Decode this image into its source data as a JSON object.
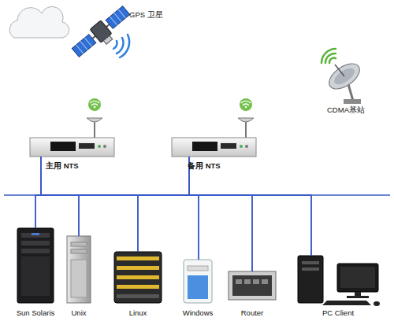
{
  "diagram": {
    "nodes": [
      {
        "text": [
          "GPS 卫星"
        ]
      },
      {
        "text": [
          "CDMA基站"
        ]
      },
      {
        "text": [
          "主用 NTS"
        ]
      },
      {
        "text": [
          "备用 NTS"
        ]
      },
      {
        "text": [
          "Sun Solaris"
        ]
      },
      {
        "text": [
          "Unix"
        ]
      },
      {
        "text": [
          "Linux"
        ]
      },
      {
        "text": [
          "Windows"
        ]
      },
      {
        "text": [
          "Router"
        ]
      },
      {
        "text": [
          "PC Client"
        ]
      }
    ],
    "edges": [
      {
        "from": 2,
        "to": 4,
        "arrow": "none"
      },
      {
        "from": 2,
        "to": 5,
        "arrow": "none"
      },
      {
        "from": 2,
        "to": 6,
        "arrow": "none"
      },
      {
        "from": 2,
        "to": 7,
        "arrow": "none"
      },
      {
        "from": 2,
        "to": 8,
        "arrow": "none"
      },
      {
        "from": 2,
        "to": 9,
        "arrow": "none"
      },
      {
        "from": 3,
        "to": 4,
        "arrow": "none"
      },
      {
        "from": 3,
        "to": 5,
        "arrow": "none"
      },
      {
        "from": 3,
        "to": 6,
        "arrow": "none"
      },
      {
        "from": 3,
        "to": 7,
        "arrow": "none"
      },
      {
        "from": 3,
        "to": 8,
        "arrow": "none"
      },
      {
        "from": 3,
        "to": 9,
        "arrow": "none"
      }
    ]
  }
}
